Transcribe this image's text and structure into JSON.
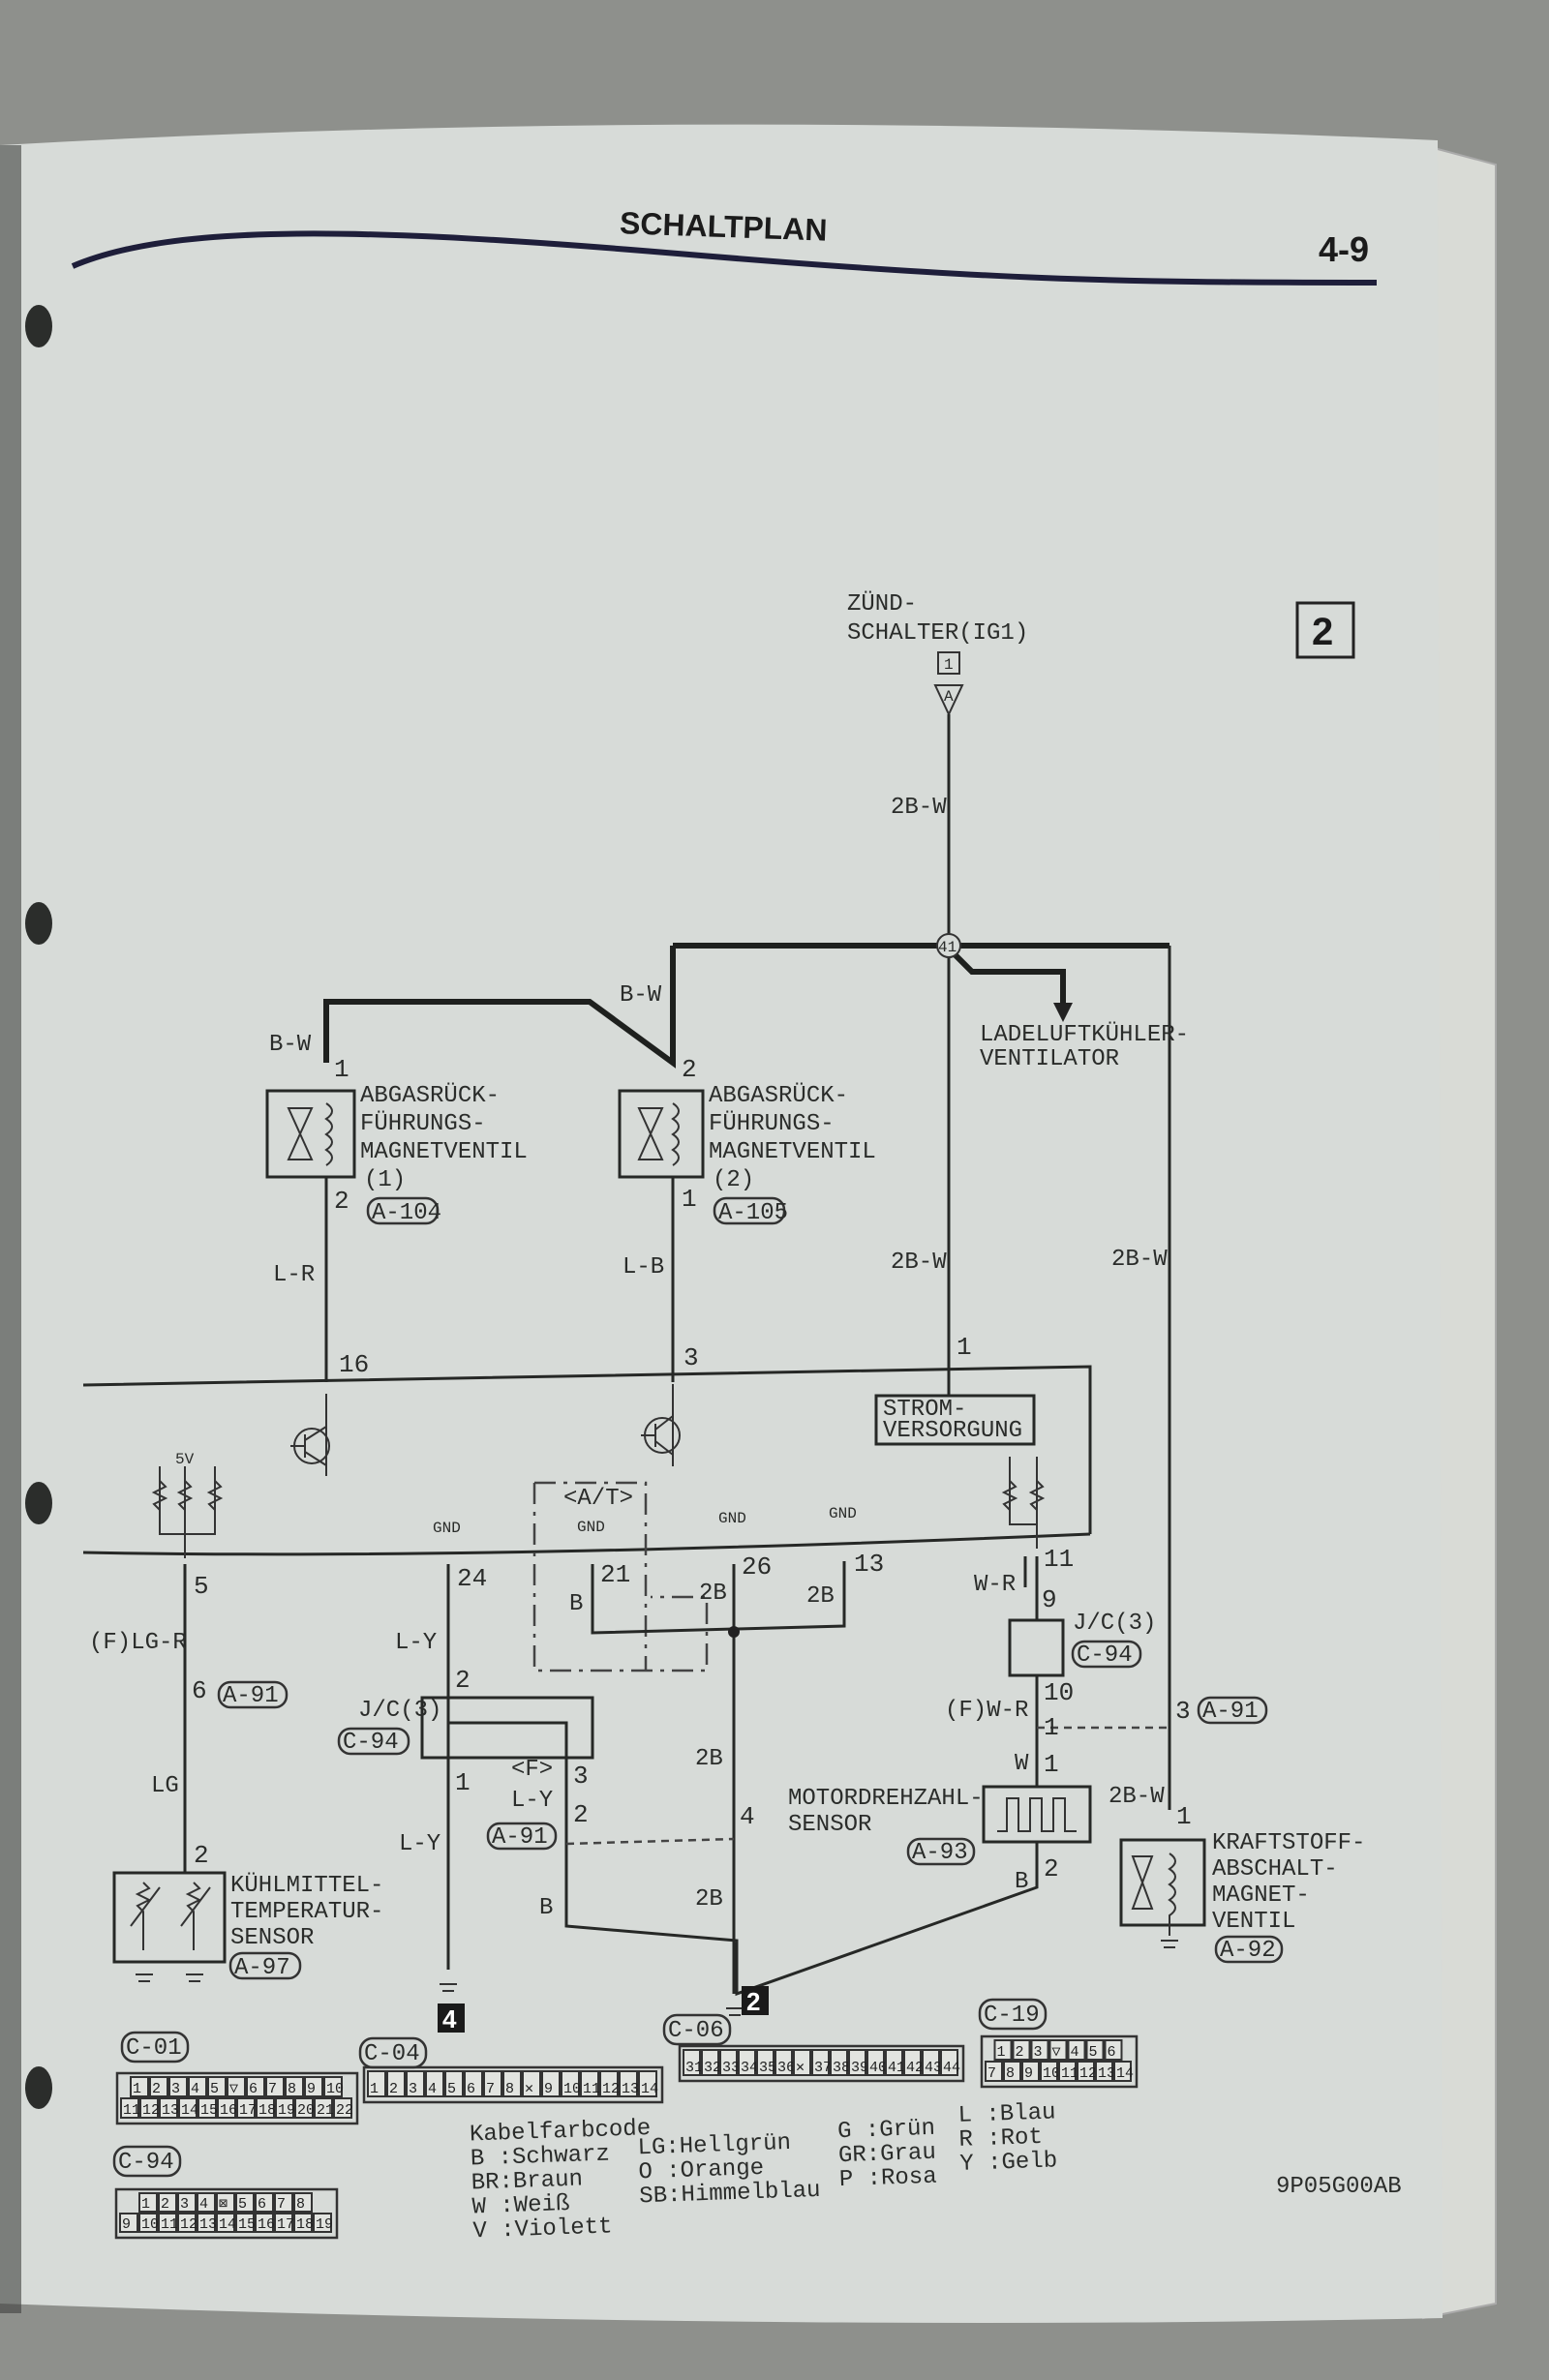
{
  "header": {
    "title": "SCHALTPLAN",
    "page_number": "4-9"
  },
  "diagram_index": "2",
  "components": {
    "ignition_switch": {
      "line1": "ZÜND-",
      "line2": "SCHALTER(IG1)",
      "terminal": "1",
      "connector": "A"
    },
    "egr_valve_1": {
      "lines": [
        "ABGASRÜCK-",
        "FÜHRUNGS-",
        "MAGNETVENTIL",
        "(1)"
      ],
      "connector": "A-104"
    },
    "egr_valve_2": {
      "lines": [
        "ABGASRÜCK-",
        "FÜHRUNGS-",
        "MAGNETVENTIL",
        "(2)"
      ],
      "connector": "A-105"
    },
    "intercooler_fan": {
      "lines": [
        "LADELUFTKÜHLER-",
        "VENTILATOR"
      ]
    },
    "power_supply": {
      "lines": [
        "STROM-",
        "VERSORGUNG"
      ]
    },
    "at_label": "<A/T>",
    "voltage": "5V",
    "gnd": "GND",
    "junction": "41",
    "coolant_sensor": {
      "lines": [
        "KÜHLMITTEL-",
        "TEMPERATUR-",
        "SENSOR"
      ],
      "connector": "A-97"
    },
    "engine_speed_sensor": {
      "lines": [
        "MOTORDREHZAHL-",
        "SENSOR"
      ],
      "connector": "A-93"
    },
    "fuel_cut_valve": {
      "lines": [
        "KRAFTSTOFF-",
        "ABSCHALT-",
        "MAGNET-",
        "VENTIL"
      ],
      "connector": "A-92"
    },
    "jc_left": {
      "label": "J/C(3)",
      "connector": "C-94"
    },
    "jc_right": {
      "label": "J/C(3)",
      "connector": "C-94"
    },
    "a91_refs": [
      "A-91",
      "A-91",
      "A-91"
    ]
  },
  "wires": [
    "2B-W",
    "B-W",
    "B-W",
    "L-R",
    "L-B",
    "2B-W",
    "2B-W",
    "(F)LG-R",
    "LG",
    "L-Y",
    "L-Y",
    "<F>",
    "L-Y",
    "B",
    "2B",
    "2B",
    "2B",
    "B",
    "2B",
    "W-R",
    "(F)W-R",
    "W",
    "2B-W",
    "B"
  ],
  "pins": [
    "1",
    "2",
    "2",
    "1",
    "16",
    "3",
    "1",
    "5",
    "24",
    "21",
    "26",
    "13",
    "11",
    "9",
    "10",
    "1",
    "1",
    "2",
    "1",
    "6",
    "2",
    "2",
    "1",
    "3",
    "2",
    "4",
    "3"
  ],
  "ground_markers": [
    "4",
    "2"
  ],
  "connectors": [
    {
      "name": "C-01",
      "rows": [
        [
          "1",
          "2",
          "3",
          "4",
          "5",
          "▽",
          "6",
          "7",
          "8",
          "9",
          "10"
        ],
        [
          "11",
          "12",
          "13",
          "14",
          "15",
          "16",
          "17",
          "18",
          "19",
          "20",
          "21",
          "22"
        ]
      ]
    },
    {
      "name": "C-04",
      "rows": [
        [
          "1",
          "2",
          "3",
          "4",
          "5",
          "6",
          "7",
          "8",
          "✕",
          "9",
          "10",
          "11",
          "12",
          "13",
          "14"
        ]
      ]
    },
    {
      "name": "C-06",
      "rows": [
        [
          "31",
          "32",
          "33",
          "34",
          "35",
          "36",
          "✕",
          "37",
          "38",
          "39",
          "40",
          "41",
          "42",
          "43",
          "44"
        ]
      ]
    },
    {
      "name": "C-19",
      "rows": [
        [
          "1",
          "2",
          "3",
          "▽",
          "4",
          "5",
          "6"
        ],
        [
          "7",
          "8",
          "9",
          "10",
          "11",
          "12",
          "13",
          "14"
        ]
      ]
    },
    {
      "name": "C-94",
      "rows": [
        [
          "1",
          "2",
          "3",
          "4",
          "⊠",
          "5",
          "6",
          "7",
          "8"
        ],
        [
          "9",
          "10",
          "11",
          "12",
          "13",
          "14",
          "15",
          "16",
          "17",
          "18",
          "19"
        ]
      ]
    }
  ],
  "legend": {
    "title": "Kabelfarbcode",
    "entries": [
      "B :Schwarz",
      "BR:Braun",
      "W :Weiß",
      "V :Violett",
      "LG:Hellgrün",
      "O :Orange",
      "SB:Himmelblau",
      "G :Grün",
      "GR:Grau",
      "P :Rosa",
      "L :Blau",
      "R :Rot",
      "Y :Gelb"
    ]
  },
  "drawing_code": "9P05G00AB"
}
